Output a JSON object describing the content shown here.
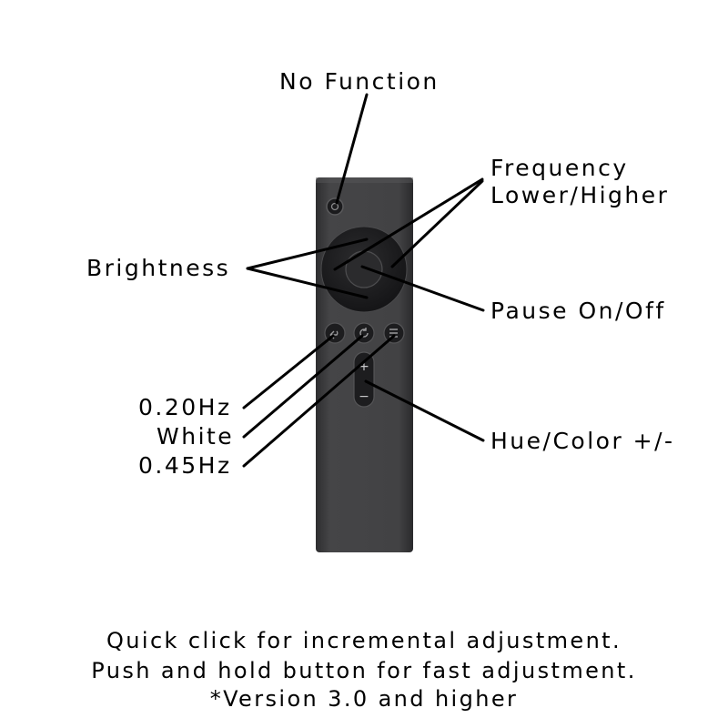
{
  "labels": {
    "no_function": "No Function",
    "frequency_line1": "Frequency",
    "frequency_line2": "Lower/Higher",
    "brightness": "Brightness",
    "pause": "Pause On/Off",
    "hz020": "0.20Hz",
    "white": "White",
    "hz045": "0.45Hz",
    "hue": "Hue/Color +/-"
  },
  "footer": {
    "line1": "Quick click for incremental adjustment.",
    "line2": "Push and hold button for fast adjustment.",
    "line3": "*Version 3.0 and higher"
  },
  "remote": {
    "plus_symbol": "+",
    "minus_symbol": "−"
  },
  "colors": {
    "remote_body": "#3a3a3c",
    "buttons": "#1f1f21",
    "callout_lines": "#000000"
  }
}
